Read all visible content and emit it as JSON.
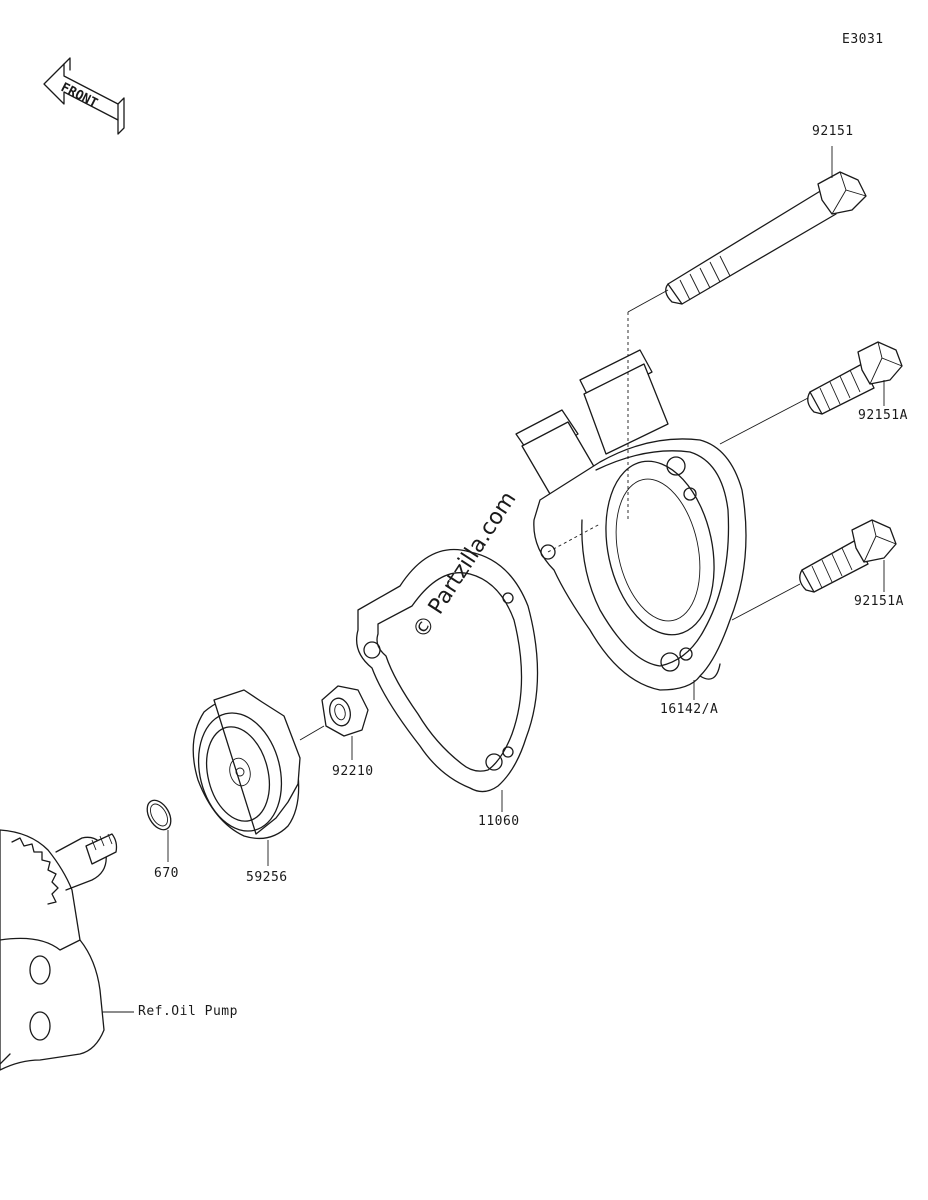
{
  "diagram_code": "E3031",
  "front_label": "FRONT",
  "watermark": "© Partzilla.com",
  "parts": {
    "bolt_long": "92151",
    "bolt_upper": "92151A",
    "bolt_lower": "92151A",
    "housing": "16142/A",
    "gasket": "11060",
    "washer": "92210",
    "impeller": "59256",
    "oring": "670"
  },
  "reference": "Ref.Oil Pump"
}
